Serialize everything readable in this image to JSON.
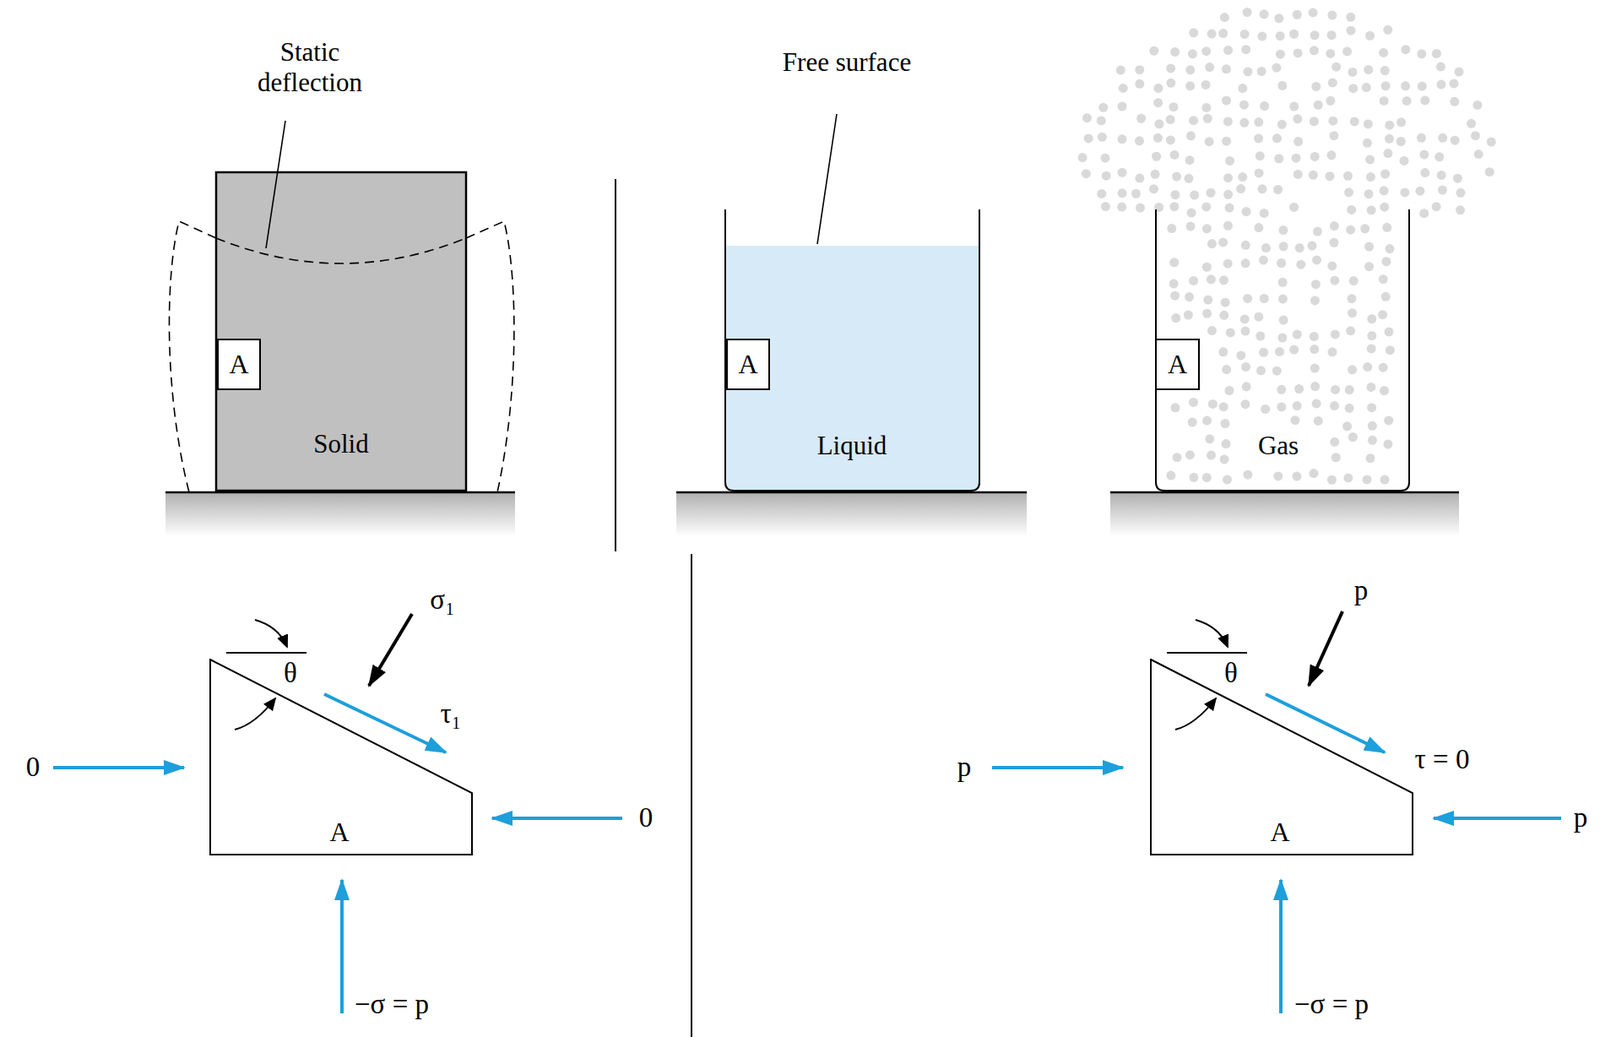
{
  "diagram": {
    "nodes": [
      {
        "text": [
          "Solid"
        ]
      },
      {
        "text": [
          "A"
        ],
        "in": 0
      },
      {
        "text": [
          "Liquid"
        ]
      },
      {
        "text": [
          "A"
        ],
        "in": 2
      },
      {
        "text": [
          "Gas"
        ]
      },
      {
        "text": [
          "A"
        ],
        "in": 4
      },
      {
        "text": [
          "A"
        ]
      },
      {
        "text": [
          "A"
        ]
      }
    ],
    "labels": [
      "Static deflection",
      "Free surface",
      "θ",
      "σ₁",
      "τ₁",
      "0",
      "0",
      "−σ = p",
      "θ",
      "p",
      "τ = 0",
      "p",
      "p",
      "−σ = p"
    ]
  }
}
